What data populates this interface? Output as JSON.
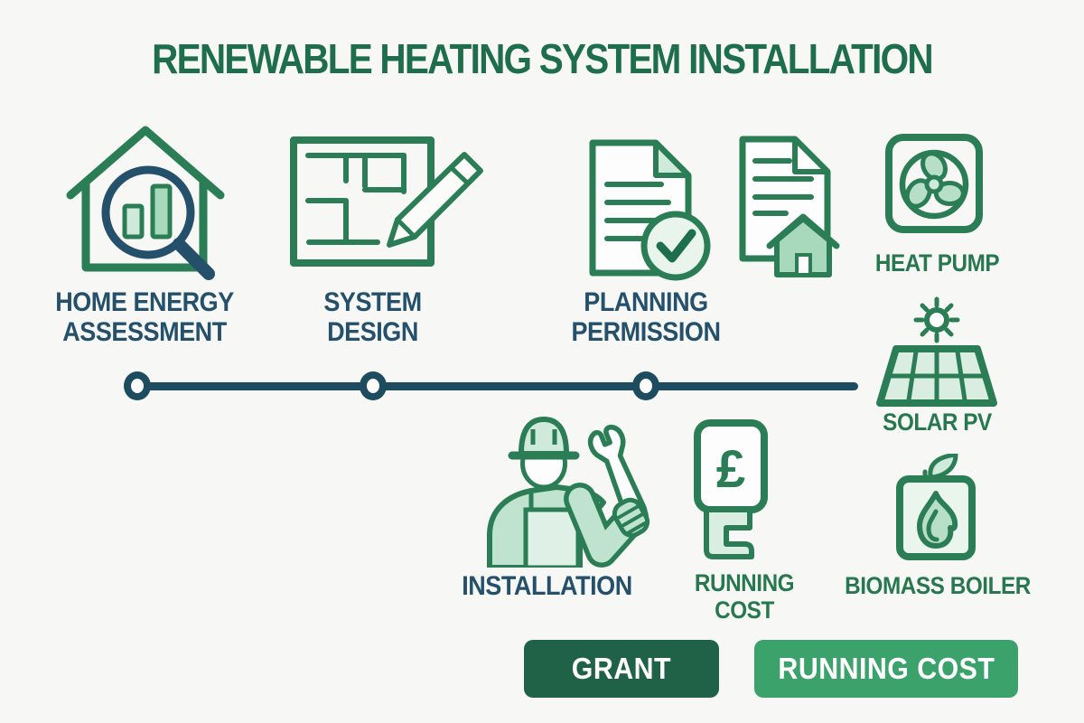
{
  "header": {
    "title": "RENEWABLE HEATING SYSTEM INSTALLATION"
  },
  "timeline": {
    "steps": [
      {
        "id": "home-energy-assessment",
        "lines": [
          "HOME ENERGY",
          "ASSESSMENT"
        ]
      },
      {
        "id": "system-design",
        "lines": [
          "SYSTEM",
          "DESIGN"
        ]
      },
      {
        "id": "planning-permission",
        "lines": [
          "PLANNING",
          "PERMISSION"
        ]
      },
      {
        "id": "installation",
        "lines": [
          "INSTALLATION"
        ]
      },
      {
        "id": "running-cost",
        "lines": [
          "RUNNING",
          "COST"
        ]
      }
    ]
  },
  "technologies": [
    {
      "id": "heat-pump",
      "label": "HEAT PUMP"
    },
    {
      "id": "solar-pv",
      "label": "SOLAR PV"
    },
    {
      "id": "biomass-boiler",
      "label": "BIOMASS BOILER"
    }
  ],
  "running_cost_icon": {
    "currency_symbol": "£"
  },
  "footer_buttons": [
    {
      "label": "GRANT"
    },
    {
      "label": "RUNNING COST"
    }
  ],
  "colors": {
    "background": "#f7f8f5",
    "title_green": "#1e6e4e",
    "icon_green": "#2a7d54",
    "label_navy": "#25506b",
    "label_green": "#27784f",
    "timeline_navy": "#1d4b60",
    "light_green": "#cfe9da",
    "pale_green": "#e9f4ec",
    "mid_green": "#a9d9bd",
    "grant_button": "#206247",
    "running_cost_button": "#3ba26c"
  }
}
